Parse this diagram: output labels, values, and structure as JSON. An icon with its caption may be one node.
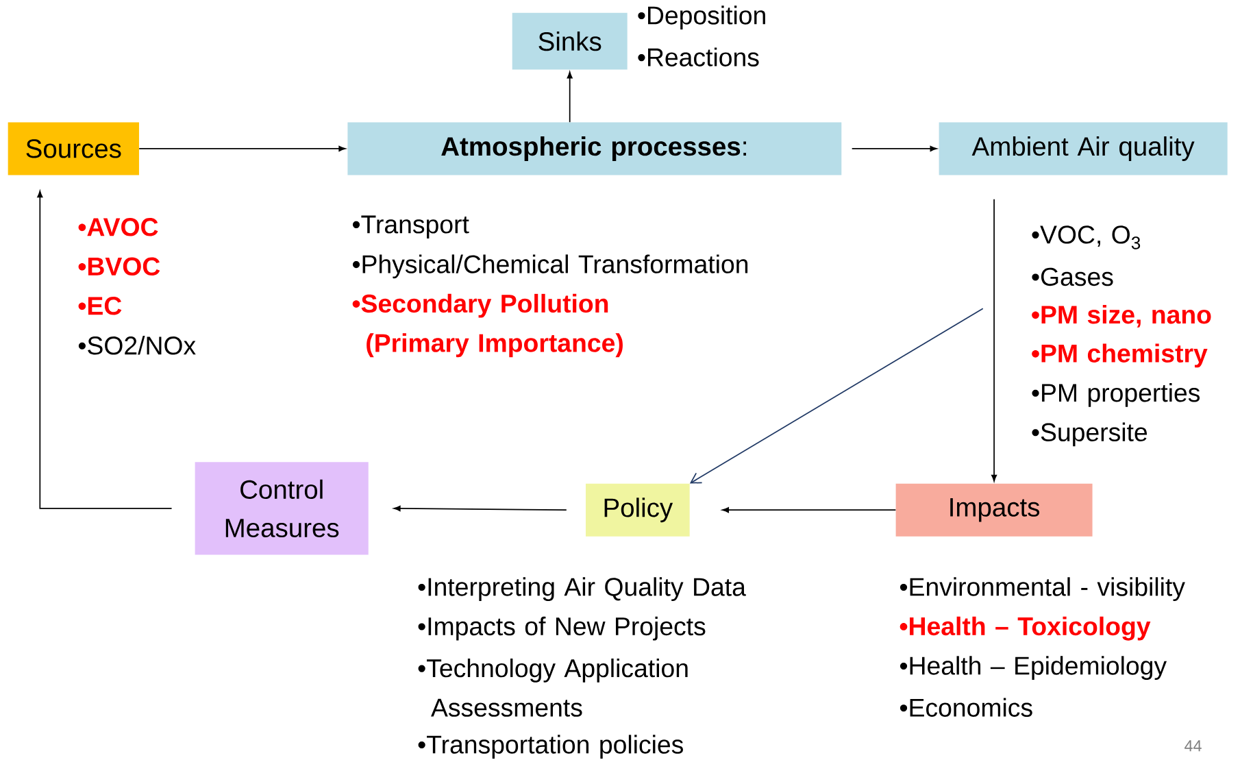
{
  "diagram": {
    "nodes": [
      {
        "text": [
          "Sources"
        ],
        "beside": [
          "•AVOC",
          "•BVOC",
          "•EC",
          "•SO2/NOx"
        ]
      },
      {
        "text": [
          "**Atmospheric processes**:"
        ],
        "beside": [
          "•Transport",
          "•Physical/Chemical Transformation",
          "•Secondary Pollution (Primary Importance)"
        ]
      },
      {
        "text": [
          "Sinks"
        ],
        "beside": [
          "•Deposition",
          "•Reactions"
        ]
      },
      {
        "text": [
          "Ambient Air quality"
        ],
        "beside": [
          "•VOC, O$_{3}$",
          "•Gases",
          "•PM size, nano",
          "•PM chemistry",
          "•PM properties",
          "•Supersite"
        ]
      },
      {
        "text": [
          "Impacts"
        ],
        "beside": [
          "•Environmental - visibility",
          "•Health – Toxicology",
          "•Health – Epidemiology",
          "•Economics"
        ]
      },
      {
        "text": [
          "Policy"
        ],
        "beside": [
          "•Interpreting Air Quality Data",
          "•Impacts of New Projects",
          "•Technology Application Assessments",
          "•Transportation policies"
        ]
      },
      {
        "text": [
          "Control Measures"
        ]
      }
    ],
    "edges": [
      {
        "from": 0,
        "to": 1,
        "arrow": "to"
      },
      {
        "from": 1,
        "to": 2,
        "arrow": "to"
      },
      {
        "from": 1,
        "to": 3,
        "arrow": "to"
      },
      {
        "from": 3,
        "to": 4,
        "arrow": "to"
      },
      {
        "from": 4,
        "to": 5,
        "arrow": "to"
      },
      {
        "from": 5,
        "to": 6,
        "arrow": "to"
      },
      {
        "from": 6,
        "to": 0,
        "arrow": "to"
      },
      {
        "from": null,
        "to": 5,
        "arrow": "to",
        "color": "#1f3864"
      }
    ],
    "labels": [
      "44"
    ]
  }
}
